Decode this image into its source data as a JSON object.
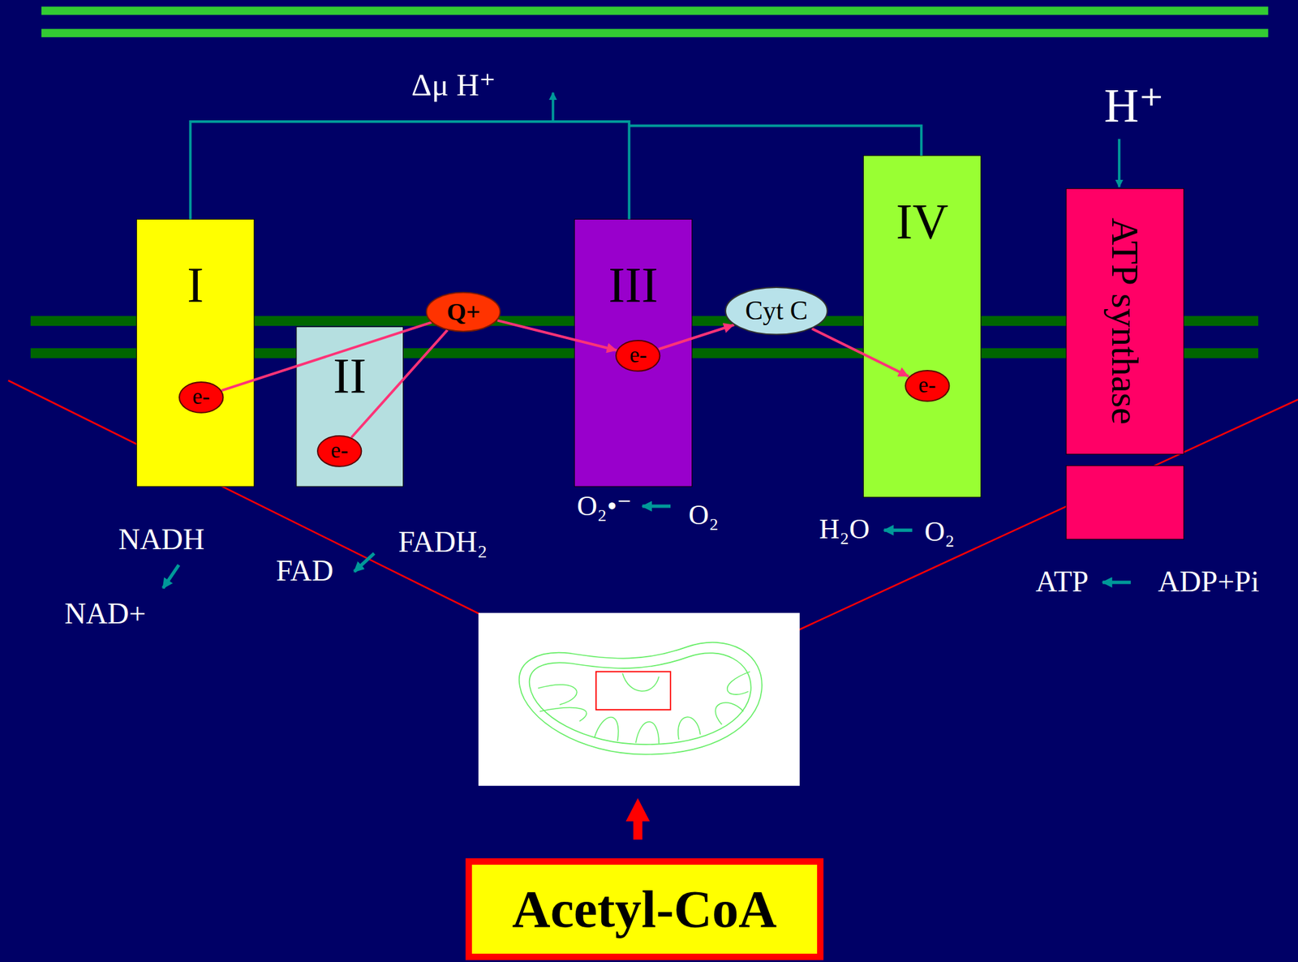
{
  "diagram": {
    "nodes": [
      {
        "text": [
          "I"
        ]
      },
      {
        "text": [
          "e-"
        ],
        "in": 0
      },
      {
        "text": [
          "II"
        ]
      },
      {
        "text": [
          "e-"
        ],
        "in": 2
      },
      {
        "text": [
          "Q+"
        ]
      },
      {
        "text": [
          "III"
        ]
      },
      {
        "text": [
          "e-"
        ],
        "in": 5
      },
      {
        "text": [
          "Cyt C"
        ]
      },
      {
        "text": [
          "IV"
        ]
      },
      {
        "text": [
          "e-"
        ],
        "in": 8
      },
      {
        "text": [
          "ATP synthase"
        ]
      },
      {
        "text": [
          "Acetyl-CoA"
        ]
      }
    ],
    "edges": [
      {
        "from": 1,
        "to": 4,
        "arrow": "none"
      },
      {
        "from": 3,
        "to": 4,
        "arrow": "none"
      },
      {
        "from": 4,
        "to": 6,
        "arrow": "to"
      },
      {
        "from": 6,
        "to": 7,
        "arrow": "to"
      },
      {
        "from": 7,
        "to": 9,
        "arrow": "to"
      }
    ],
    "labels": [
      "Δμ H⁺",
      "H⁺",
      "O₂•⁻",
      "O₂",
      "H₂O",
      "O₂",
      "NADH",
      "NAD+",
      "FADH₂",
      "FAD",
      "ATP",
      "ADP+Pi"
    ]
  }
}
